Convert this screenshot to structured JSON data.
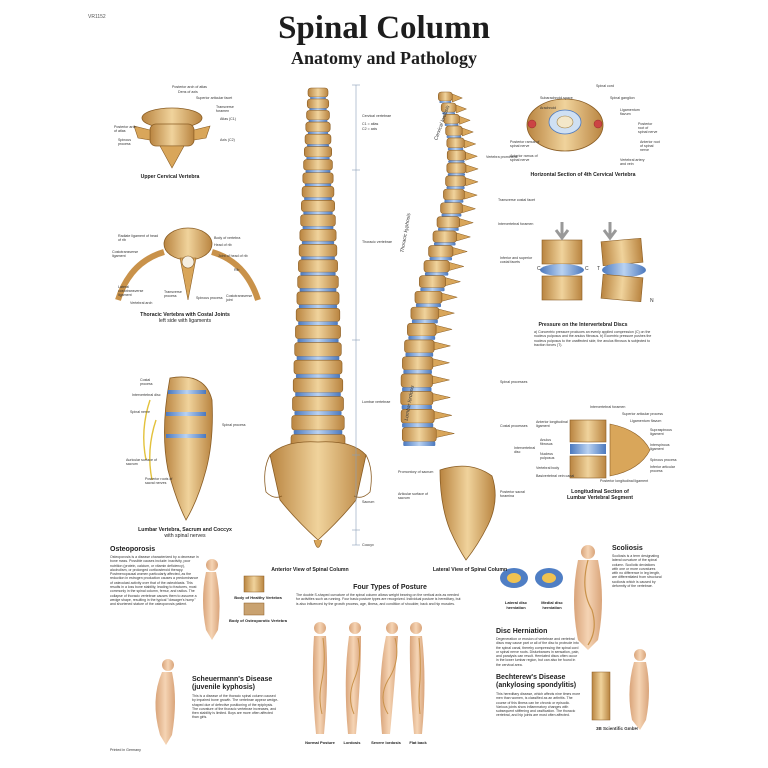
{
  "poster": {
    "code": "VR1152",
    "title": "Spinal Column",
    "subtitle": "Anatomy and Pathology",
    "printed": "Printed in Germany",
    "publisher": "3B Scientific GmbH"
  },
  "upper_cervical": {
    "caption": "Upper Cervical Vertebra",
    "labels": [
      "Posterior arch of atlas",
      "Dens of axis",
      "Superior articular facet",
      "Transverse foramen",
      "Atlas (C1)",
      "Axis (C2)",
      "Posterior arch of atlas",
      "Spinous process"
    ]
  },
  "thoracic": {
    "caption": "Thoracic Vertebra with Costal Joints",
    "subcaption": "left side with ligaments",
    "labels": [
      "Radiate ligament of head of rib",
      "Costotransverse ligament",
      "Lateral costotransverse ligament",
      "Vertebral arch",
      "Body of vertebra",
      "Head of rib",
      "Joint of head of rib",
      "Rib",
      "Spinous process",
      "Costotransverse joint",
      "Transverse process"
    ]
  },
  "lumbar": {
    "caption": "Lumbar Vertebra, Sacrum and Coccyx",
    "subcaption": "with spinal nerves",
    "labels": [
      "Costal process",
      "Intervertebral disc",
      "Spinal nerve",
      "Spinal process",
      "Auricular surface of sacrum",
      "Posterior roots of sacral nerves"
    ]
  },
  "anterior": {
    "caption": "Anterior View of Spinal Column",
    "regions": [
      "Cervical vertebrae",
      "Thoracic vertebrae",
      "Lumbar vertebrae",
      "Sacrum",
      "Coccyx"
    ],
    "atlas_axis": [
      "C1 = atlas",
      "C2 = axis"
    ]
  },
  "lateral": {
    "caption": "Lateral View of Spinal Column",
    "curves": [
      "Cervical lordosis",
      "Thoracic kyphosis",
      "Lumbar lordosis"
    ],
    "labels": [
      "Vertebra prominens",
      "Transverse costal facet",
      "Intervertebral foramen",
      "Inferior and superior costal facets",
      "Spinal processes",
      "Costal processes",
      "Promontory of sacrum",
      "Articular surface of sacrum",
      "Posterior sacral foramina"
    ]
  },
  "horizontal": {
    "caption": "Horizontal Section of 4th Cervical Vertebra",
    "labels": [
      "Spinal cord",
      "Subarachnoid space",
      "Arachnoid",
      "Spinal ganglion",
      "Posterior ramus of spinal nerve",
      "Anterior ramus of spinal nerve",
      "Ligamentum flavum",
      "Posterior root of spinal nerve",
      "Anterior root of spinal nerve",
      "Vertebral artery and vein"
    ]
  },
  "pressure": {
    "caption": "Pressure on the Intervertebral Discs",
    "text": "a) Concentric pressure produces an evenly applied compression (C) on the nucleus pulposus and the anulus fibrosus. b) Eccentric pressure pushes the nucleus pulposus to the unaffected side, the anulus fibrosus is subjected to traction forces (T).",
    "markers": [
      "C",
      "C",
      "T",
      "N"
    ]
  },
  "longitudinal": {
    "caption": "Longitudinal Section of",
    "caption2": "Lumbar Vertebral Segment",
    "labels": [
      "Intervertebral foramen",
      "Superior articular process",
      "Ligamentum flavum",
      "Supraspinous ligament",
      "Interspinous ligament",
      "Spinous process",
      "Inferior articular process",
      "Posterior longitudinal ligament",
      "Anterior longitudinal ligament",
      "Anulus fibrosus",
      "Nucleus pulposus",
      "Intervertebral disc",
      "Basivertebral vein canal",
      "Vertebral body"
    ]
  },
  "osteoporosis": {
    "heading": "Osteoporosis",
    "text": "Osteoporosis is a disease characterized by a decrease in bone mass. Possible causes include: inactivity, poor nutrition (protein, calcium, or vitamin deficiency), alcoholism, or prolonged corticosteroid therapy. Postmenopausal women particularly affected, as the reduction in estrogen production causes a predominance of osteoclast activity over that of the osteoblasts. This results in a loss bone stability, leading to fractures, most commonly in the spinal column, femur, and radius. The collapse of thoracic vertebrae causes them to assume a wedge shape, resulting in the typical \"dowager's hump\" and shortened stature of the osteoporosis patient.",
    "healthy": "Body of Healthy Vertebra",
    "osteo": "Body of Osteoporotic Vertebra"
  },
  "posture": {
    "heading": "Four Types of Posture",
    "text": "The double S-shaped curvature of the spinal column allows weight bearing on the vertical axis as needed for activities such as running. Four basic posture types are recognized. Individual posture is hereditary, but is also influenced by the growth process, age, illness, and condition of shoulder, back and hip muscles.",
    "types": [
      "Normal Posture",
      "Lordosis",
      "Severe lordosis",
      "Flat back"
    ]
  },
  "scoliosis": {
    "heading": "Scoliosis",
    "text": "Scoliosis is a term designating lateral curvature of the spinal column. Scoliotic deviations with one or more curvatures with no difference in leg length, are differentiated from structural scoliosis which is caused by deformity of the vertebrae."
  },
  "herniation": {
    "heading": "Disc Herniation",
    "text": "Degeneration or erosion of vertebrae and vertebral discs may cause part or all of the disc to protrude into the spinal canal, thereby compressing the spinal cord or spinal nerve roots. Disturbances in sensation, pain, and paralysis can result. Herniated discs often occur in the lower lumbar region, but can also be found in the cervical area.",
    "lateral": "Lateral disc herniation",
    "medial": "Medial disc herniation"
  },
  "scheuermann": {
    "heading": "Scheuermann's Disease",
    "heading2": "(juvenile kyphosis)",
    "text": "This is a disease of the thoracic spinal column caused by impaired bone growth. The vertebrae appear wedge-shaped due of defective positioning of the epiphysis. The curvature of the thoracic vertebrae increases, and then stability is limited. Boys are more often affected than girls."
  },
  "bechterew": {
    "heading": "Bechterew's Disease",
    "heading2": "(ankylosing spondylitis)",
    "text": "This hereditary disease, which affects nine times more men than women, is classified as an arthritis. The course of this illness can be chronic or episodic. Various joints show inflammatory changes with subsequent stiffening and ossification. The thoracic vertebral, and hip joints are most often affected."
  },
  "colors": {
    "bone": "#d9a65a",
    "bone_light": "#edd09b",
    "bone_dark": "#9b6a2c",
    "disc": "#6f9ad8",
    "skin": "#efc6a0",
    "leader": "#8aa0b8"
  }
}
